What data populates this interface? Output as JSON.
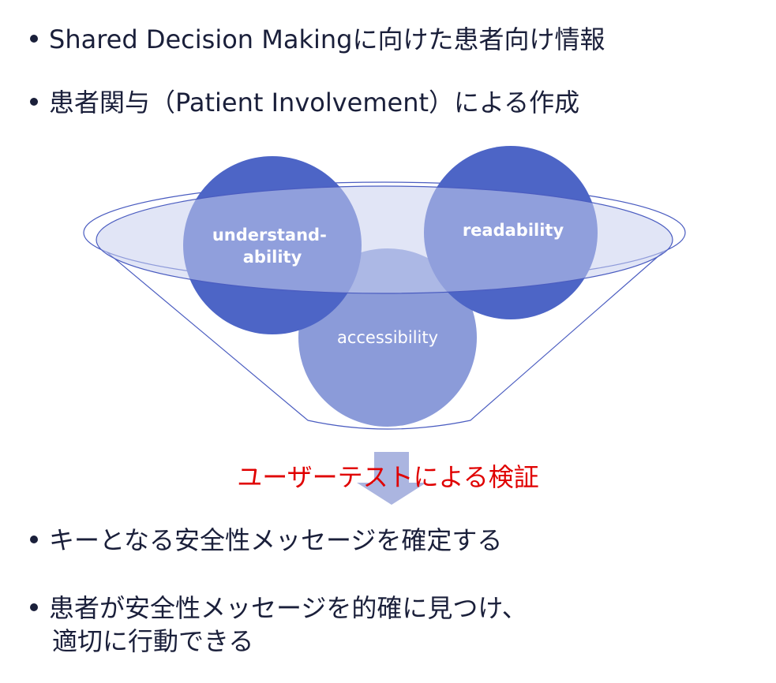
{
  "bullets_top": [
    {
      "text": "Shared Decision Makingに向けた患者向け情報"
    },
    {
      "text": "患者関与（Patient Involvement）による作成"
    }
  ],
  "diagram": {
    "circles": {
      "understandability": "understand-\nability",
      "readability": "readability",
      "accessibility": "accessibility"
    },
    "colors": {
      "dark_circle": "#4d65c6",
      "light_circle": "#8b9bd9",
      "funnel_stroke": "#4a5cc0",
      "rim_fill": "#c8d0ee"
    }
  },
  "verification": {
    "label": "ユーザーテストによる検証",
    "color": "#e00000"
  },
  "bullets_bottom": [
    {
      "text": "キーとなる安全性メッセージを確定する"
    },
    {
      "line1": "患者が安全性メッセージを的確に見つけ、",
      "line2": "適切に行動できる"
    }
  ]
}
